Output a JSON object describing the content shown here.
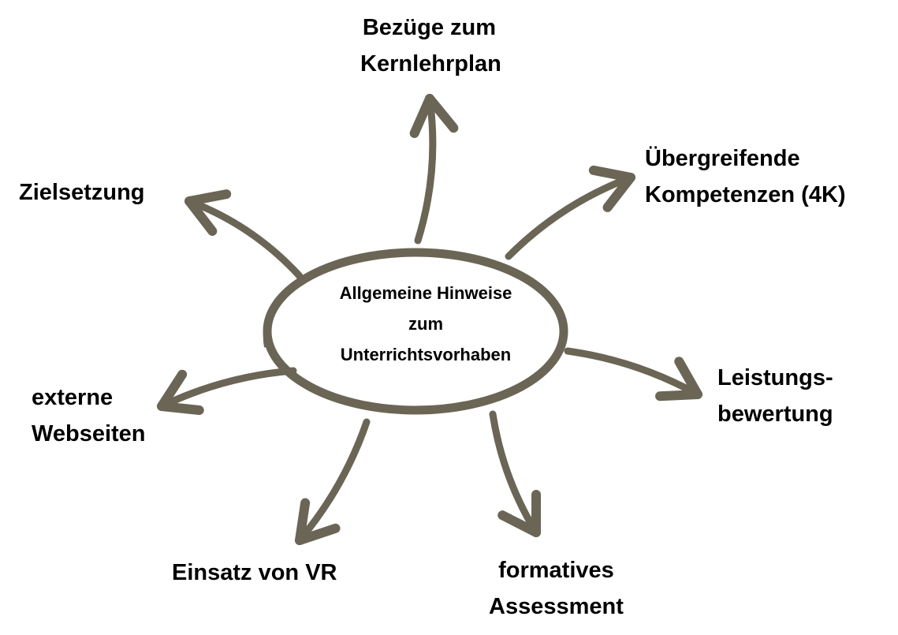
{
  "colors": {
    "stroke": "#6b6556",
    "text": "#000000"
  },
  "center": {
    "line1": "Allgemeine Hinweise",
    "line2": "zum",
    "line3": "Unterrichtsvorhaben"
  },
  "nodes": {
    "kernlehrplan": {
      "line1": "Bezüge zum",
      "line2": "Kernlehrplan"
    },
    "kompetenzen": {
      "line1": "Übergreifende",
      "line2": "Kompetenzen (4K)"
    },
    "zielsetzung": {
      "line1": "Zielsetzung"
    },
    "leistung": {
      "line1": "Leistungs-",
      "line2": "bewertung"
    },
    "webseiten": {
      "line1": "externe",
      "line2": "Webseiten"
    },
    "vr": {
      "line1": "Einsatz von VR"
    },
    "assessment": {
      "line1": "formatives",
      "line2": "Assessment"
    }
  }
}
